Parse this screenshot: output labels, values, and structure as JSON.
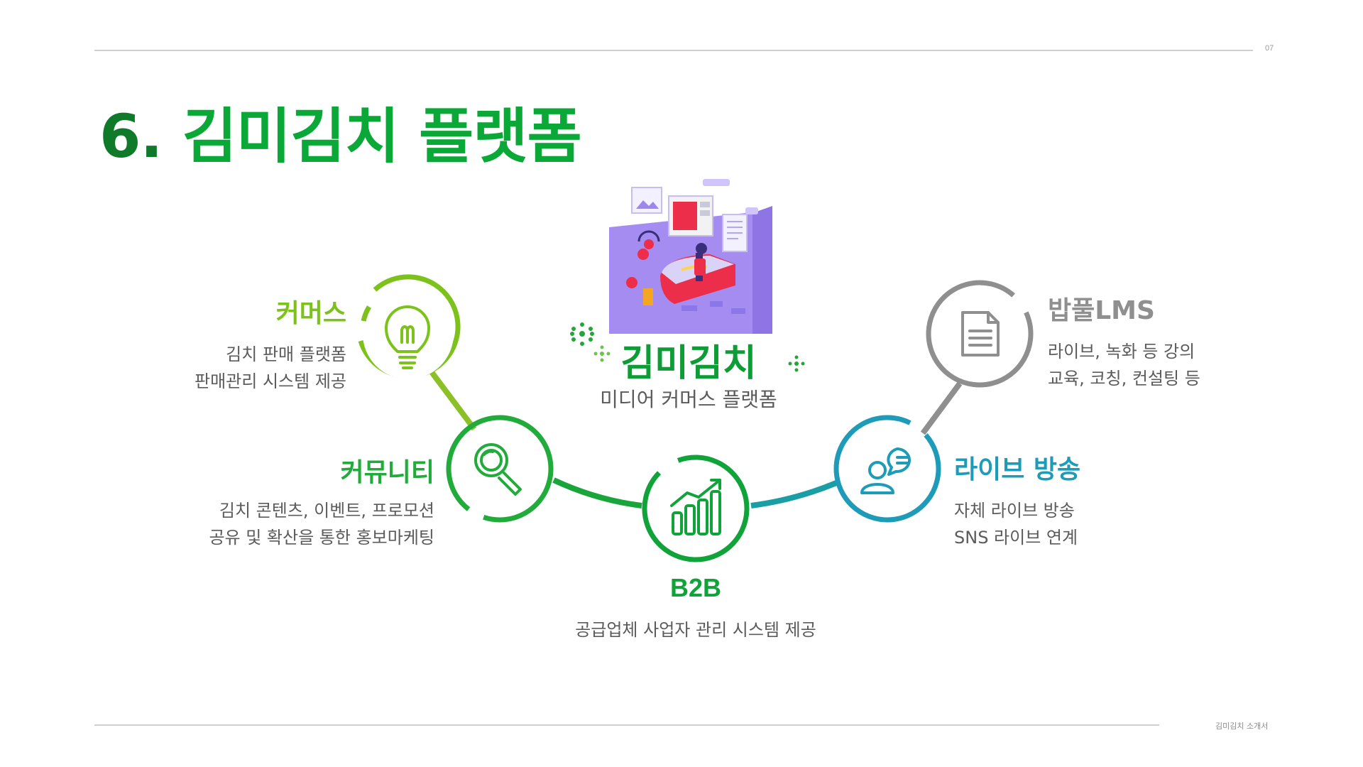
{
  "page": {
    "number": "07",
    "footer": "김미김치 소개서"
  },
  "title": {
    "number": "6.",
    "text": "김미김치 플랫폼"
  },
  "center": {
    "name": "김미김치",
    "subtitle": "미디어 커머스 플랫폼"
  },
  "nodes": {
    "commerce": {
      "title": "커머스",
      "lines": [
        "김치 판매 플랫폼",
        "판매관리 시스템 제공"
      ],
      "color": "#7cc21b",
      "icon": "lightbulb-icon"
    },
    "community": {
      "title": "커뮤니티",
      "lines": [
        "김치 콘텐츠, 이벤트, 프로모션",
        "공유 및 확산을 통한 홍보마케팅"
      ],
      "color": "#21ab3a",
      "icon": "magnifier-icon"
    },
    "b2b": {
      "title": "B2B",
      "lines": [
        "공급업체 사업자 관리 시스템 제공"
      ],
      "color": "#10a33a",
      "icon": "bar-chart-icon"
    },
    "live": {
      "title": "라이브 방송",
      "lines": [
        "자체 라이브 방송",
        "SNS 라이브 연계"
      ],
      "color": "#1e9bb8",
      "icon": "chat-user-icon"
    },
    "lms": {
      "title": "밥풀LMS",
      "lines": [
        "라이브, 녹화 등 강의",
        "교육, 코칭, 컨설팅 등"
      ],
      "color": "#8f8f8f",
      "icon": "document-icon"
    }
  }
}
